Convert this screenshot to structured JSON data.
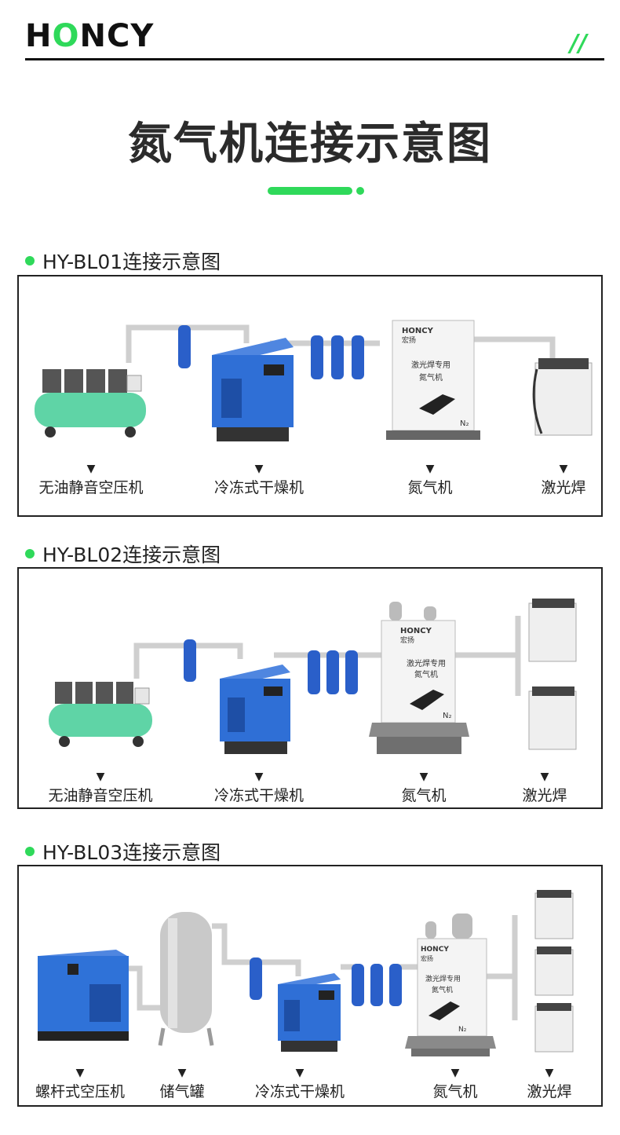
{
  "header": {
    "logo_parts": [
      "H",
      "O",
      "N",
      "C",
      "Y"
    ],
    "slash": "//"
  },
  "page_title": "氮气机连接示意图",
  "arrow_glyph": "▼",
  "sections": [
    {
      "title": "HY-BL01连接示意图",
      "labels": [
        "无油静音空压机",
        "冷冻式干燥机",
        "氮气机",
        "激光焊"
      ]
    },
    {
      "title": "HY-BL02连接示意图",
      "labels": [
        "无油静音空压机",
        "冷冻式干燥机",
        "氮气机",
        "激光焊"
      ]
    },
    {
      "title": "HY-BL03连接示意图",
      "labels": [
        "螺杆式空压机",
        "储气罐",
        "冷冻式干燥机",
        "氮气机",
        "激光焊"
      ]
    }
  ],
  "machine_text": {
    "brand_logo": "HONCY",
    "brand_cn": "宏扬",
    "line1": "激光焊专用",
    "line2": "氮气机",
    "n2": "N₂"
  },
  "colors": {
    "accent": "#2fd95a",
    "dryer": "#2f6fd6",
    "filter": "#2a5fc9",
    "compressor": "#5fd4a6",
    "pipe": "#cfcfcf"
  }
}
